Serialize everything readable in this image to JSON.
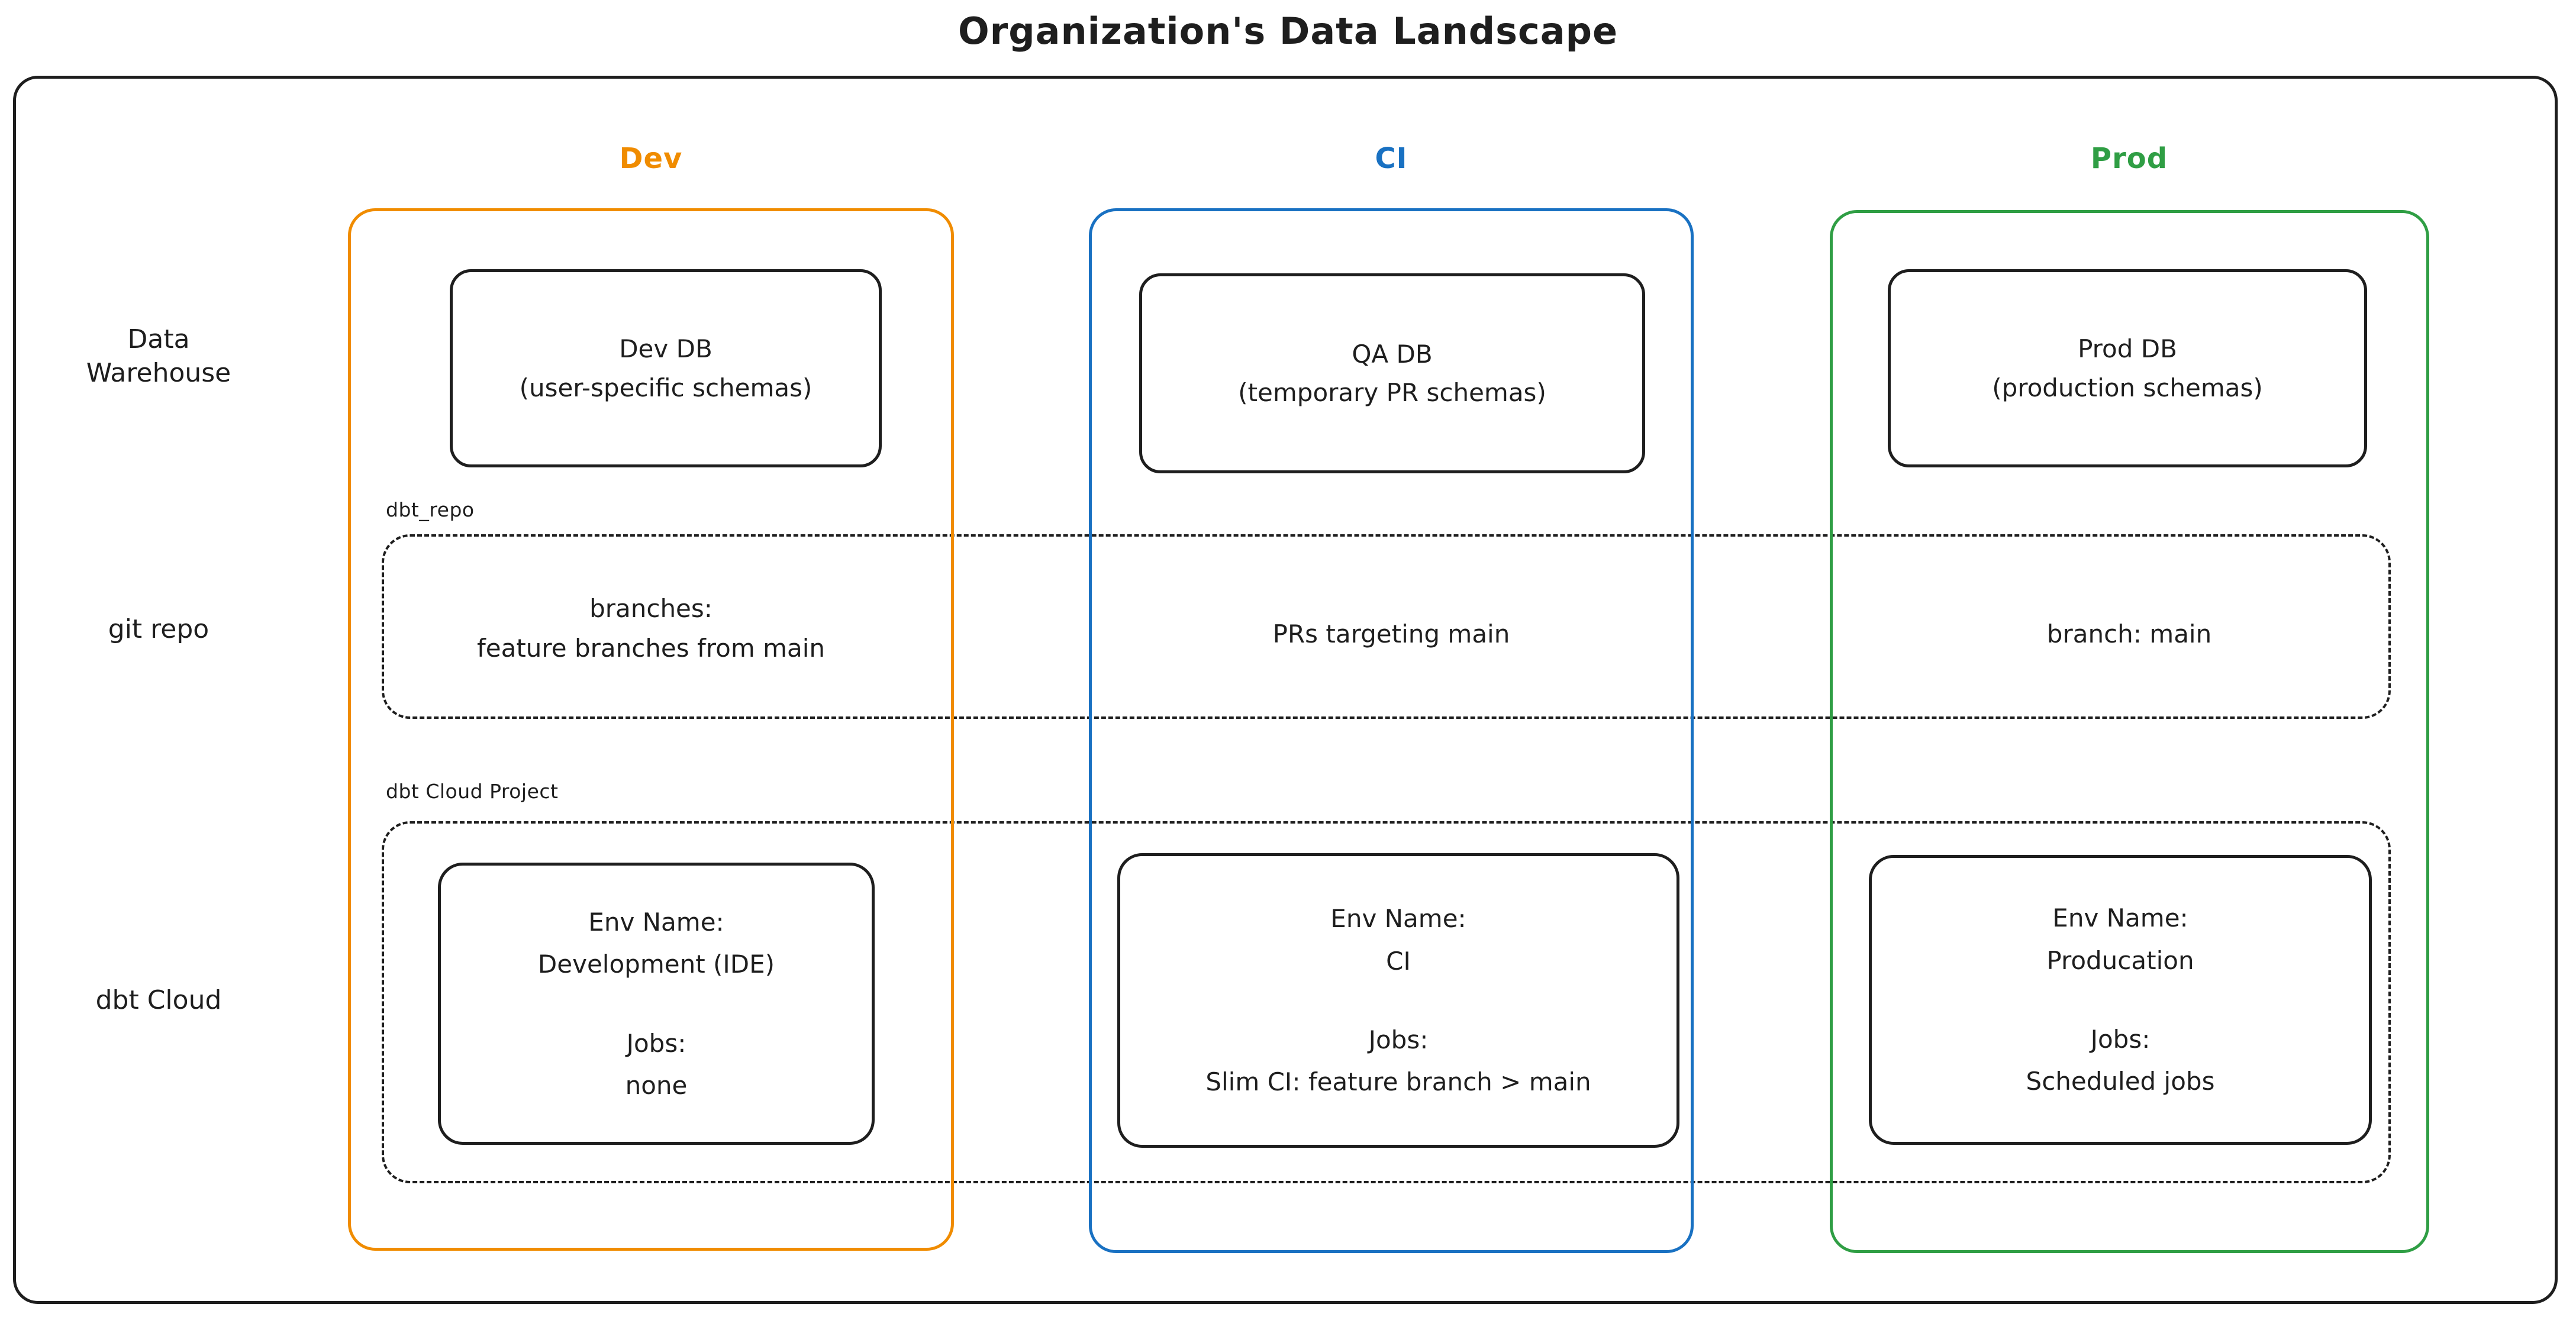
{
  "title": "Organization's Data Landscape",
  "ink_color": "#1e1e1e",
  "row_labels": {
    "data_warehouse": [
      "Data",
      "Warehouse"
    ],
    "git_repo": "git repo",
    "dbt_cloud": "dbt Cloud"
  },
  "group_labels": {
    "git_repo_group": "dbt_repo",
    "dbt_cloud_group": "dbt Cloud Project"
  },
  "columns": [
    {
      "header": "Dev",
      "color": "#f08c00",
      "db": [
        "Dev DB",
        "(user-specific schemas)"
      ],
      "git": [
        "branches:",
        "feature branches from main"
      ],
      "dbt": {
        "env_label": "Env Name:",
        "env_value": "Development (IDE)",
        "jobs_label": "Jobs:",
        "jobs_value": "none"
      }
    },
    {
      "header": "CI",
      "color": "#1971c2",
      "db": [
        "QA DB",
        "(temporary PR schemas)"
      ],
      "git": [
        "PRs targeting main"
      ],
      "dbt": {
        "env_label": "Env Name:",
        "env_value": "CI",
        "jobs_label": "Jobs:",
        "jobs_value": "Slim CI: feature branch > main"
      }
    },
    {
      "header": "Prod",
      "color": "#2f9e44",
      "db": [
        "Prod DB",
        "(production schemas)"
      ],
      "git": [
        "branch: main"
      ],
      "dbt": {
        "env_label": "Env Name:",
        "env_value": "Producation",
        "jobs_label": "Jobs:",
        "jobs_value": "Scheduled jobs"
      }
    }
  ]
}
